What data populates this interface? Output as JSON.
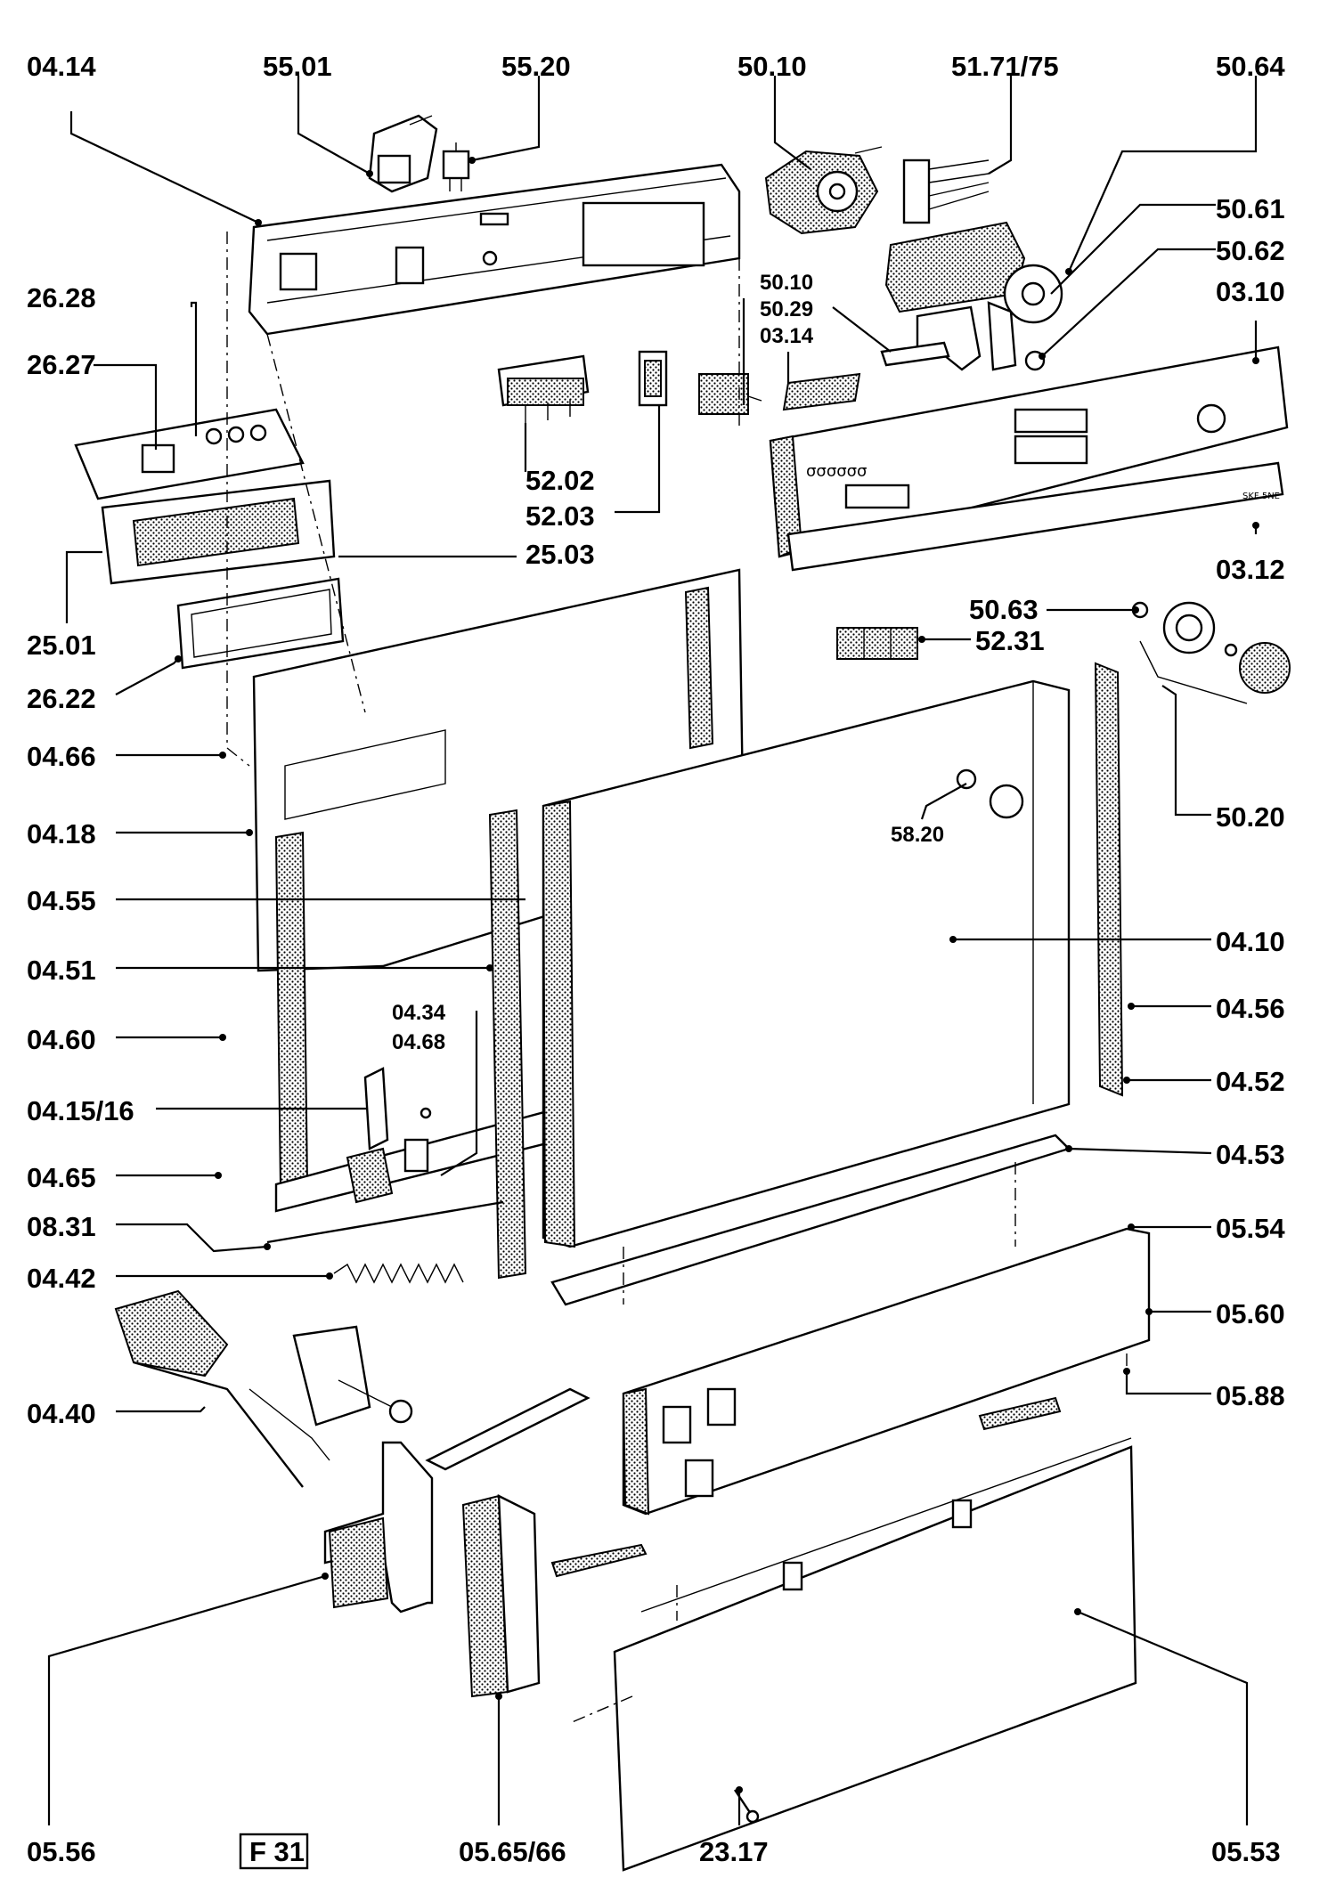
{
  "labels": {
    "l_04_14": "04.14",
    "l_55_01": "55.01",
    "l_55_20": "55.20",
    "l_50_10_top": "50.10",
    "l_51_71_75": "51.71/75",
    "l_50_64": "50.64",
    "l_50_61": "50.61",
    "l_50_62": "50.62",
    "l_03_10": "03.10",
    "l_26_28": "26.28",
    "l_26_27": "26.27",
    "l_50_10_mid": "50.10",
    "l_50_29": "50.29",
    "l_03_14": "03.14",
    "l_52_02": "52.02",
    "l_52_03": "52.03",
    "l_25_03": "25.03",
    "l_03_12": "03.12",
    "l_25_01": "25.01",
    "l_50_63": "50.63",
    "l_52_31": "52.31",
    "l_26_22": "26.22",
    "l_04_66": "04.66",
    "l_50_20": "50.20",
    "l_04_18": "04.18",
    "l_58_20": "58.20",
    "l_04_55": "04.55",
    "l_04_10": "04.10",
    "l_04_51": "04.51",
    "l_04_34": "04.34",
    "l_04_68": "04.68",
    "l_04_56": "04.56",
    "l_04_60": "04.60",
    "l_04_52": "04.52",
    "l_04_15_16": "04.15/16",
    "l_04_65": "04.65",
    "l_04_53": "04.53",
    "l_08_31": "08.31",
    "l_05_54": "05.54",
    "l_04_42": "04.42",
    "l_05_60": "05.60",
    "l_05_88": "05.88",
    "l_04_40": "04.40",
    "l_05_56": "05.56",
    "l_05_65_66": "05.65/66",
    "l_23_17": "23.17",
    "l_05_53": "05.53"
  },
  "badge": "F 31",
  "control_panel_text": {
    "program_marks": "σσσσσσ",
    "model_tag": "SKF 5NE"
  }
}
